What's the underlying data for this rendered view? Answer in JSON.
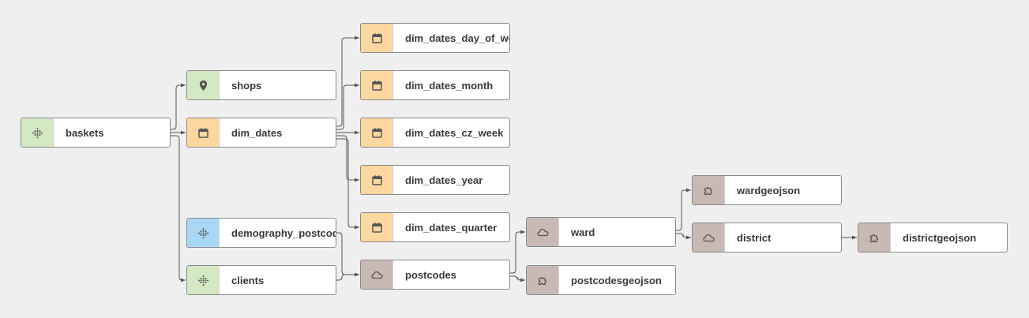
{
  "colors": {
    "background": "#efefef",
    "edge": "#555555",
    "green": "#d3e8c3",
    "orange": "#fdd7a0",
    "blue": "#a8d8f6",
    "brown": "#c9b9b5"
  },
  "nodes": [
    {
      "id": "baskets",
      "label": "baskets",
      "icon": "dots-grid-icon",
      "color": "green"
    },
    {
      "id": "shops",
      "label": "shops",
      "icon": "map-pin-icon",
      "color": "green"
    },
    {
      "id": "dim_dates",
      "label": "dim_dates",
      "icon": "calendar-icon",
      "color": "orange"
    },
    {
      "id": "demography_postcode",
      "label": "demography_postcod",
      "icon": "dots-grid-icon",
      "color": "blue"
    },
    {
      "id": "clients",
      "label": "clients",
      "icon": "dots-grid-icon",
      "color": "green"
    },
    {
      "id": "dim_dates_day_of_week",
      "label": "dim_dates_day_of_we",
      "icon": "calendar-icon",
      "color": "orange"
    },
    {
      "id": "dim_dates_month",
      "label": "dim_dates_month",
      "icon": "calendar-icon",
      "color": "orange"
    },
    {
      "id": "dim_dates_cz_week",
      "label": "dim_dates_cz_week",
      "icon": "calendar-icon",
      "color": "orange"
    },
    {
      "id": "dim_dates_year",
      "label": "dim_dates_year",
      "icon": "calendar-icon",
      "color": "orange"
    },
    {
      "id": "dim_dates_quarter",
      "label": "dim_dates_quarter",
      "icon": "calendar-icon",
      "color": "orange"
    },
    {
      "id": "postcodes",
      "label": "postcodes",
      "icon": "cloud-icon",
      "color": "brown"
    },
    {
      "id": "ward",
      "label": "ward",
      "icon": "cloud-icon",
      "color": "brown"
    },
    {
      "id": "postcodesgeojson",
      "label": "postcodesgeojson",
      "icon": "puzzle-icon",
      "color": "brown"
    },
    {
      "id": "wardgeojson",
      "label": "wardgeojson",
      "icon": "puzzle-icon",
      "color": "brown"
    },
    {
      "id": "district",
      "label": "district",
      "icon": "cloud-icon",
      "color": "brown"
    },
    {
      "id": "districtgeojson",
      "label": "districtgeojson",
      "icon": "puzzle-icon",
      "color": "brown"
    }
  ],
  "edges": [
    {
      "from": "baskets",
      "to": "shops"
    },
    {
      "from": "baskets",
      "to": "dim_dates"
    },
    {
      "from": "baskets",
      "to": "clients"
    },
    {
      "from": "dim_dates",
      "to": "dim_dates_day_of_week"
    },
    {
      "from": "dim_dates",
      "to": "dim_dates_month"
    },
    {
      "from": "dim_dates",
      "to": "dim_dates_cz_week"
    },
    {
      "from": "dim_dates",
      "to": "dim_dates_year"
    },
    {
      "from": "dim_dates",
      "to": "dim_dates_quarter"
    },
    {
      "from": "demography_postcode",
      "to": "postcodes"
    },
    {
      "from": "clients",
      "to": "postcodes"
    },
    {
      "from": "postcodes",
      "to": "ward"
    },
    {
      "from": "postcodes",
      "to": "postcodesgeojson"
    },
    {
      "from": "ward",
      "to": "wardgeojson"
    },
    {
      "from": "ward",
      "to": "district"
    },
    {
      "from": "district",
      "to": "districtgeojson"
    }
  ]
}
